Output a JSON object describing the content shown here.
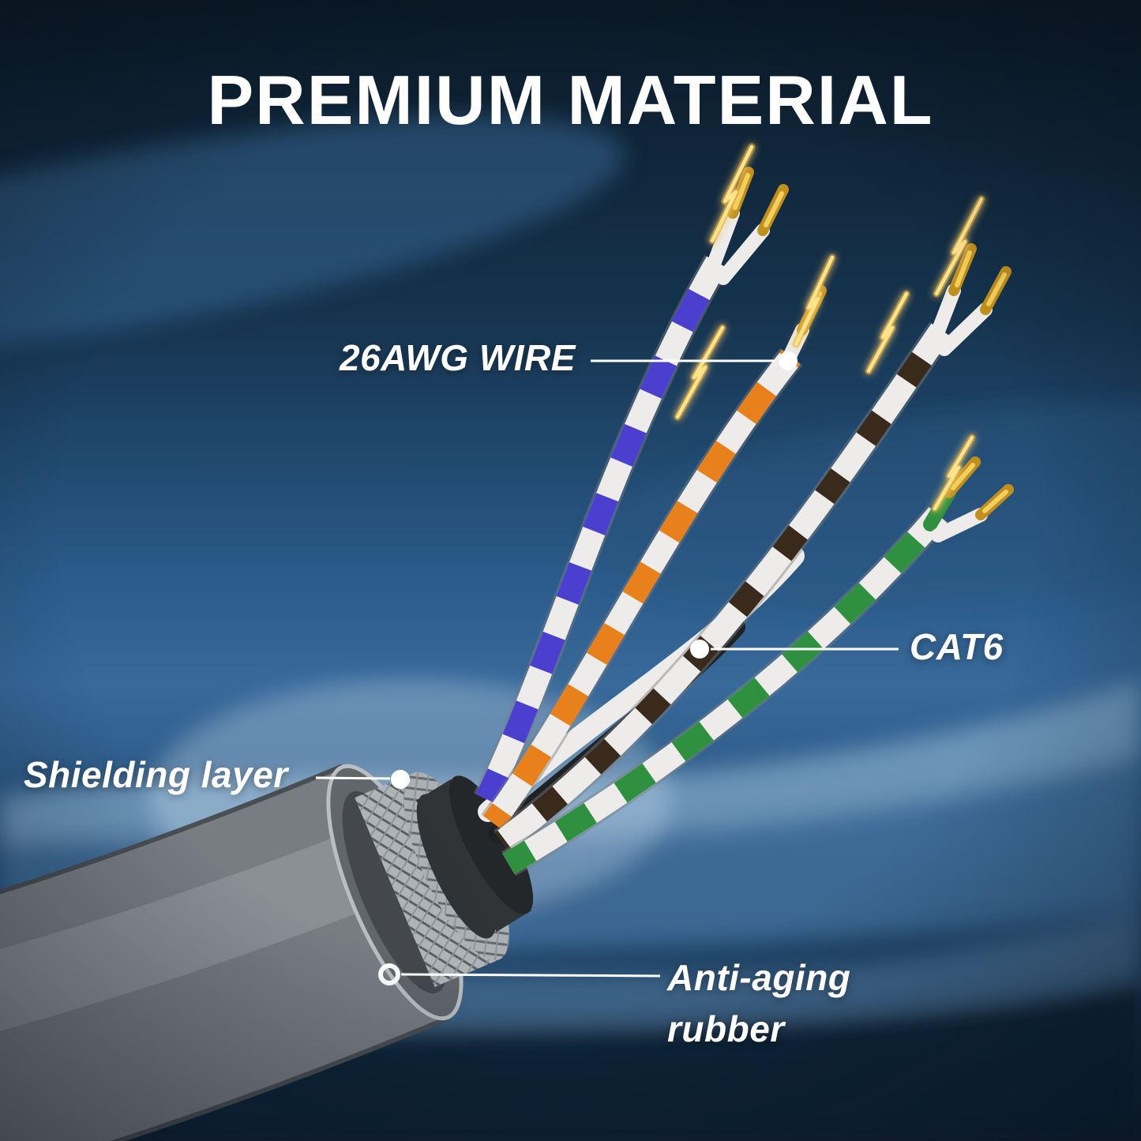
{
  "title": "PREMIUM MATERIAL",
  "callouts": {
    "wire": {
      "label": "26AWG WIRE"
    },
    "cat6": {
      "label": "CAT6"
    },
    "shielding": {
      "label": "Shielding layer"
    },
    "rubber": {
      "label": "Anti-aging rubber"
    }
  },
  "colors": {
    "text_white": "#ffffff",
    "bg_top": "#0b1926",
    "bg_mid": "#2e5f8d",
    "wave_light": "#7fa6c6",
    "jacket_gray": "#787d82",
    "shield_silver": "#b7bcc1",
    "wire_white": "#edecea",
    "wire_orange": "#e8801c",
    "wire_blue_violet": "#4b3fd0",
    "wire_green": "#2f9140",
    "wire_dark": "#3a2a1c",
    "gold": "#d9a62a"
  }
}
